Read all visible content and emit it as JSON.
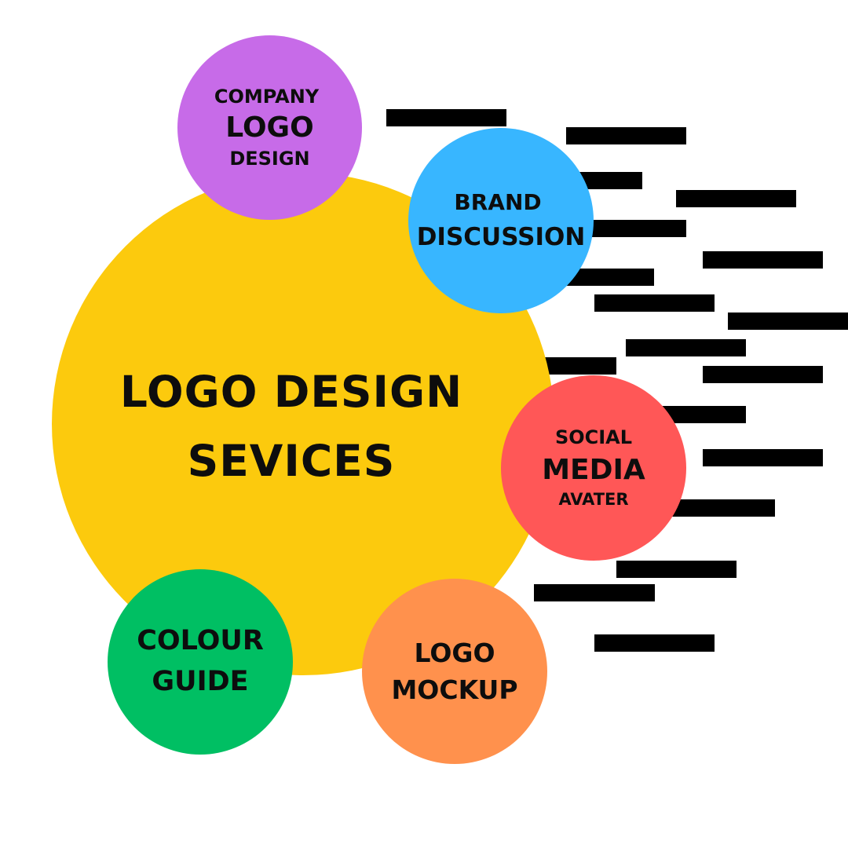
{
  "colors": {
    "main": "#fcca0d",
    "company": "#c76be8",
    "brand": "#38b6ff",
    "social": "#ff5757",
    "colour": "#00bf63",
    "mockup": "#ff914d",
    "bars": "#000000"
  },
  "main": {
    "line1": "LOGO DESIGN",
    "line2": "SEVICES"
  },
  "company": {
    "line1": "COMPANY",
    "line2": "LOGO",
    "line3": "DESIGN"
  },
  "brand": {
    "line1": "BRAND",
    "line2": "DISCUSSION"
  },
  "social": {
    "line1": "SOCIAL",
    "line2": "MEDIA",
    "line3": "AVATER"
  },
  "colour": {
    "line1": "COLOUR",
    "line2": "GUIDE"
  },
  "mockup": {
    "line1": "LOGO",
    "line2": "MOCKUP"
  }
}
